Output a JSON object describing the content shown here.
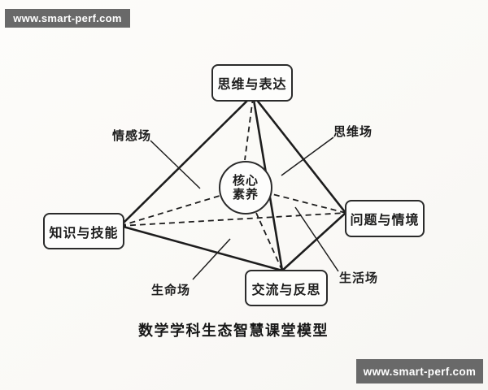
{
  "watermarks": {
    "top_left": "www.smart-perf.com",
    "bottom_right": "www.smart-perf.com"
  },
  "model": {
    "nodes": {
      "top": "思维与表达",
      "left": "知识与技能",
      "right": "问题与情境",
      "bottom": "交流与反思"
    },
    "core": {
      "line1": "核心",
      "line2": "素养"
    },
    "field_labels": {
      "emotion": "情感场",
      "thought": "思维场",
      "life": "生命场",
      "living": "生活场"
    },
    "caption": "数学学科生态智慧课堂模型"
  },
  "colors": {
    "badge_background": "#696969",
    "badge_text": "#ffffff",
    "ink": "#1d1d1d",
    "paper": "#fbfaf7"
  }
}
